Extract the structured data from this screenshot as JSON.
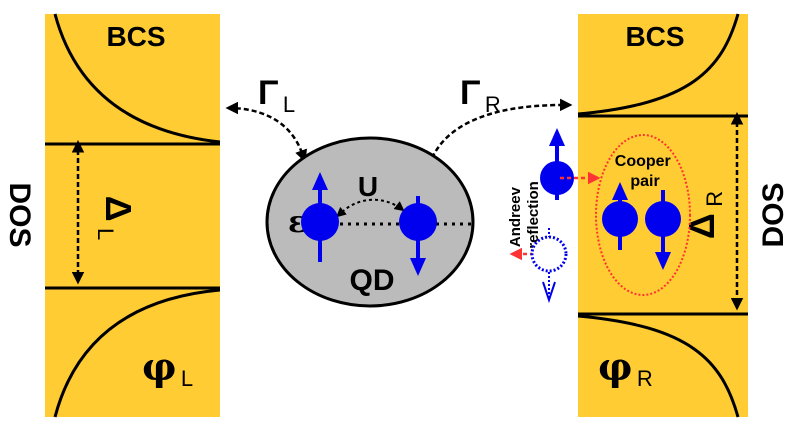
{
  "colors": {
    "superconductor": "#FFCC33",
    "quantum_dot": "#BBBBBB",
    "spin": "#0000EE",
    "andreev_arrow": "#FF3333",
    "cooper_pair_outline": "#FF3333",
    "line": "#000000"
  },
  "left_lead": {
    "bcs_label": "BCS",
    "dos_label": "DOS",
    "gap_symbol": "Δ",
    "gap_subscript": "L",
    "phase_symbol": "φ",
    "phase_subscript": "L",
    "coupling_symbol": "Γ",
    "coupling_subscript": "L"
  },
  "right_lead": {
    "bcs_label": "BCS",
    "dos_label": "DOS",
    "gap_symbol": "Δ",
    "gap_subscript": "R",
    "phase_symbol": "φ",
    "phase_subscript": "R",
    "coupling_symbol": "Γ",
    "coupling_subscript": "R"
  },
  "quantum_dot": {
    "label": "QD",
    "energy_symbol": "ε",
    "interaction_symbol": "U"
  },
  "andreev": {
    "label_line1": "Andreev",
    "label_line2": "reflection"
  },
  "cooper_pair": {
    "label_line1": "Cooper",
    "label_line2": "pair"
  }
}
